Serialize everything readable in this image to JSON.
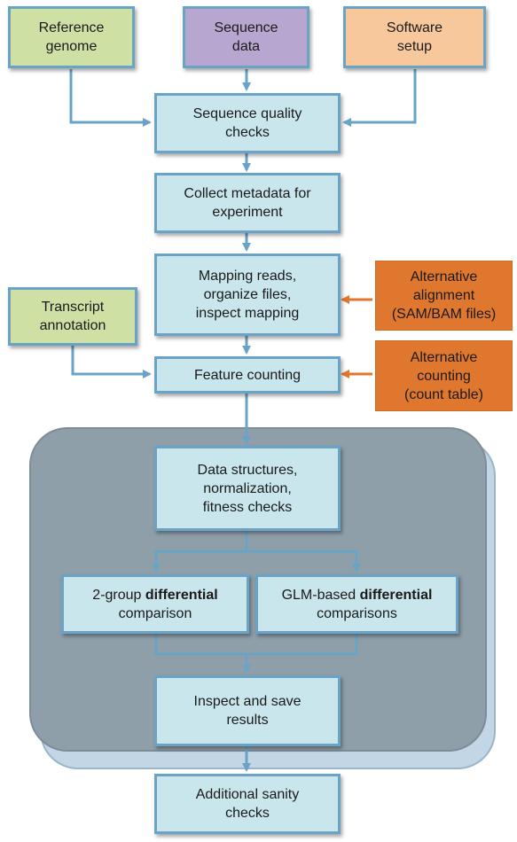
{
  "inputs": {
    "reference_genome": "Reference\ngenome",
    "sequence_data": "Sequence\ndata",
    "software_setup": "Software\nsetup",
    "transcript_annotation": "Transcript\nannotation"
  },
  "steps": {
    "quality_checks": "Sequence quality\nchecks",
    "collect_metadata": "Collect metadata for\nexperiment",
    "mapping_reads": "Mapping reads,\norganize files,\ninspect mapping",
    "feature_counting": "Feature counting",
    "data_structures": "Data structures,\nnormalization,\nfitness checks",
    "two_group": {
      "prefix": "2-group ",
      "bold": "differential",
      "suffix": "comparison"
    },
    "glm_based": {
      "prefix": "GLM-based ",
      "bold": "differential",
      "suffix": "comparisons"
    },
    "inspect_save": "Inspect and save\nresults",
    "sanity_checks": "Additional sanity\nchecks"
  },
  "alternatives": {
    "alignment": "Alternative\nalignment\n(SAM/BAM files)",
    "counting": "Alternative\ncounting\n(count table)"
  },
  "colors": {
    "flow_fill": "#c8e6ec",
    "border": "#6aa3c6",
    "green": "#cfe0a5",
    "purple": "#b7a6cf",
    "peach": "#f7c89b",
    "orange": "#e0772e",
    "group_back": "#c3d6e6",
    "group_front": "#8f9faa"
  }
}
